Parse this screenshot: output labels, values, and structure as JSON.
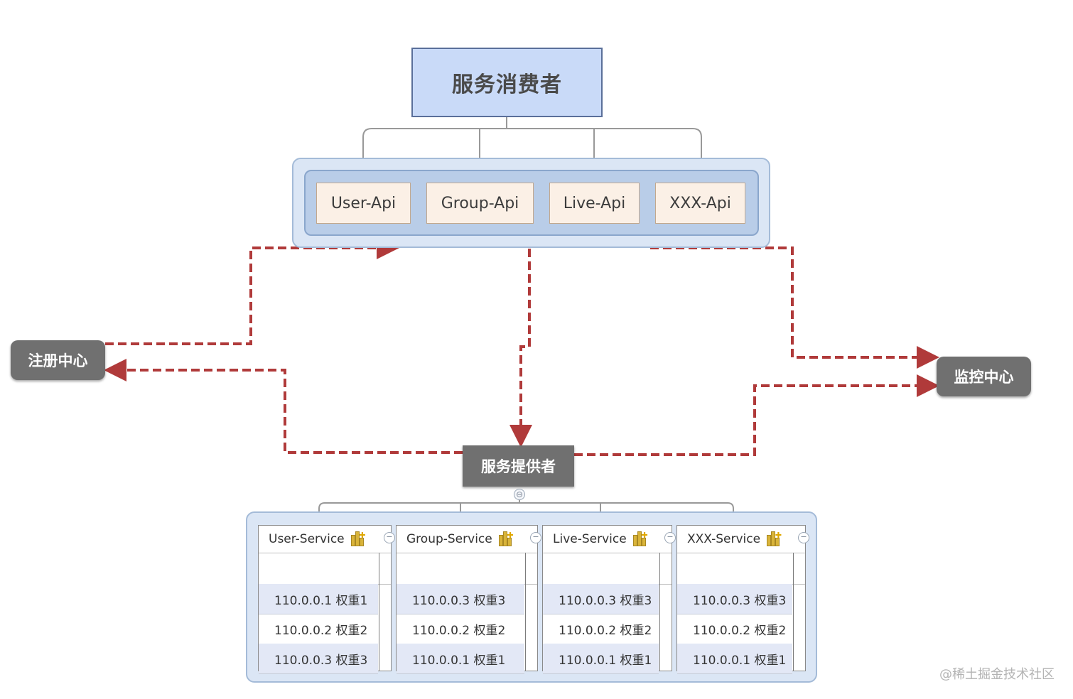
{
  "consumer": {
    "label": "服务消费者"
  },
  "apis": [
    "User-Api",
    "Group-Api",
    "Live-Api",
    "XXX-Api"
  ],
  "registry": {
    "label": "注册中心"
  },
  "monitor": {
    "label": "监控中心"
  },
  "provider": {
    "label": "服务提供者",
    "collapse_symbol": "⊖"
  },
  "services": [
    {
      "name": "User-Service",
      "rows": [
        "110.0.0.1 权重1",
        "110.0.0.2 权重2",
        "110.0.0.3 权重3"
      ]
    },
    {
      "name": "Group-Service",
      "rows": [
        "110.0.0.3 权重3",
        "110.0.0.2 权重2",
        "110.0.0.1 权重1"
      ]
    },
    {
      "name": "Live-Service",
      "rows": [
        "110.0.0.3 权重3",
        "110.0.0.2 权重2",
        "110.0.0.1 权重1"
      ]
    },
    {
      "name": "XXX-Service",
      "rows": [
        "110.0.0.3 权重3",
        "110.0.0.2 权重2",
        "110.0.0.1 权重1"
      ]
    }
  ],
  "watermark": "@稀土掘金技术社区",
  "colors": {
    "dashed_arrow": "#b03a3a",
    "consumer_fill": "#c9daf8",
    "api_fill": "#fbf0e6",
    "node_gray": "#707070",
    "container_fill": "#dbe6f5"
  }
}
